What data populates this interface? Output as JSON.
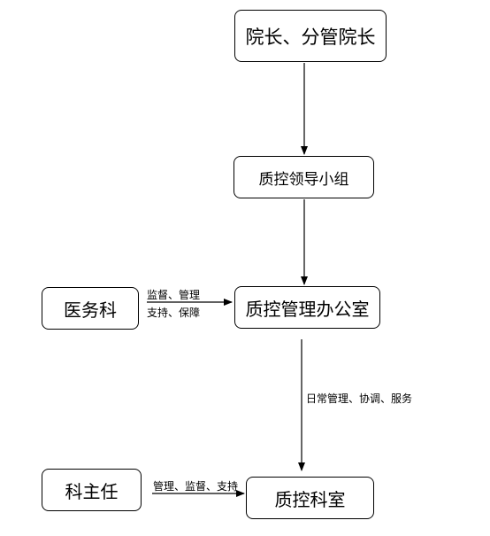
{
  "nodes": {
    "leadership": "院长、分管院长",
    "qc_group": "质控领导小组",
    "qc_office": "质控管理办公室",
    "medical_dept": "医务科",
    "dept_qc_room": "质控科室",
    "dept_head": "科主任"
  },
  "edge_labels": {
    "medical_line1": "监督、管理",
    "medical_line2": "支持、保障",
    "office_to_dept": "日常管理、协调、服务",
    "chief_to_dept": "管理、监督、支持"
  }
}
